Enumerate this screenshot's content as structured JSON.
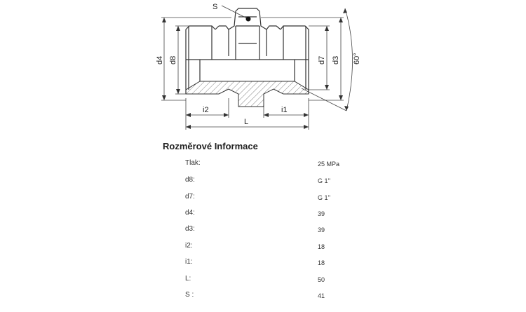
{
  "drawing": {
    "labels": {
      "s": "S",
      "d4": "d4",
      "d8": "d8",
      "d7": "d7",
      "d3": "d3",
      "angle": "60°",
      "i2": "i2",
      "i1": "i1",
      "l": "L"
    }
  },
  "info": {
    "title": "Rozměrové Informace",
    "rows": [
      {
        "label": "Tlak:",
        "value": "25  MPa"
      },
      {
        "label": "d8:",
        "value": "G 1''"
      },
      {
        "label": "d7:",
        "value": "G 1''"
      },
      {
        "label": "d4:",
        "value": "39"
      },
      {
        "label": "d3:",
        "value": "39"
      },
      {
        "label": "i2:",
        "value": "18"
      },
      {
        "label": "i1:",
        "value": "18"
      },
      {
        "label": "L:",
        "value": "50"
      },
      {
        "label": "S :",
        "value": "41"
      }
    ]
  }
}
